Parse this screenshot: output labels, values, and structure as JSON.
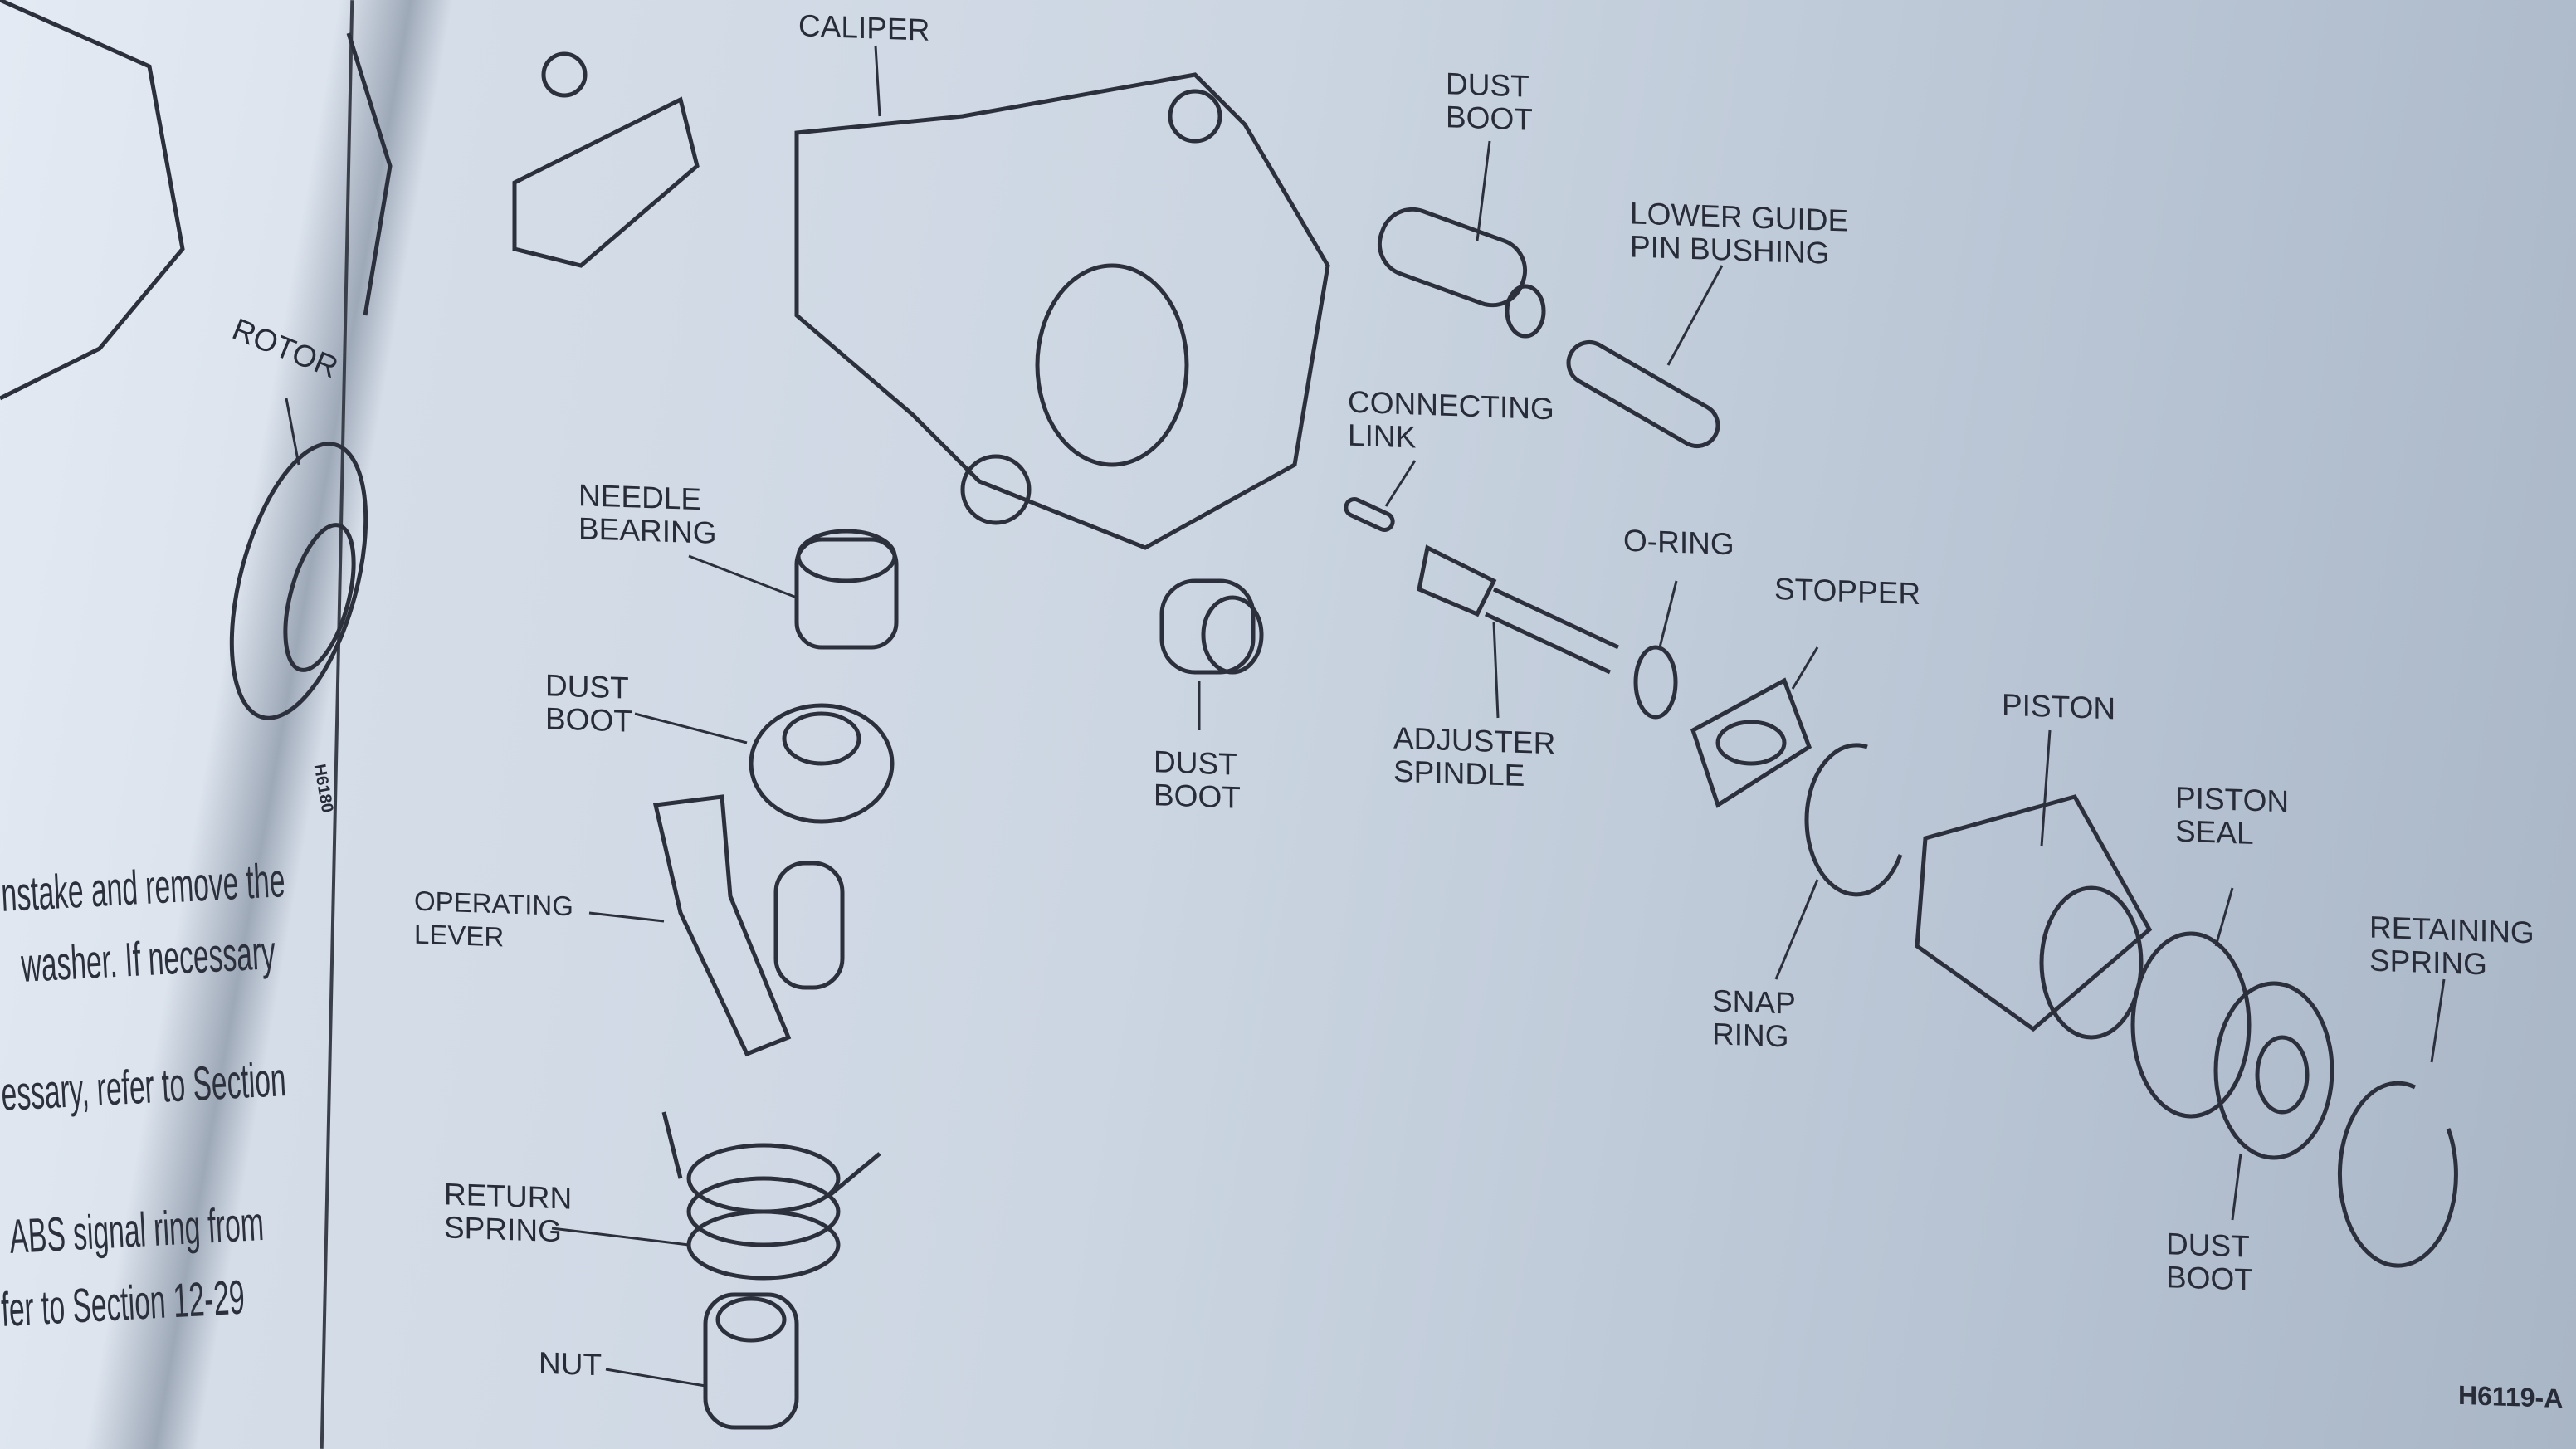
{
  "figure_id": "H6119-A",
  "rotor_figure_id": "H6180",
  "labels": {
    "caliper": "CALIPER",
    "dust_boot_top": "DUST\nBOOT",
    "lower_guide_pin_bushing": "LOWER GUIDE\nPIN BUSHING",
    "rotor": "ROTOR",
    "connecting_link": "CONNECTING\nLINK",
    "needle_bearing": "NEEDLE\nBEARING",
    "o_ring": "O-RING",
    "stopper": "STOPPER",
    "dust_boot_left": "DUST\nBOOT",
    "dust_boot_mid": "DUST\nBOOT",
    "adjuster_spindle": "ADJUSTER\nSPINDLE",
    "piston": "PISTON",
    "piston_seal": "PISTON\nSEAL",
    "retaining_spring": "RETAINING\nSPRING",
    "operating_lever": "OPERATING\nLEVER",
    "snap_ring": "SNAP\nRING",
    "return_spring": "RETURN\nSPRING",
    "dust_boot_bottom": "DUST\nBOOT",
    "nut": "NUT"
  },
  "left_text": [
    "nstake and remove the",
    "washer. If necessary",
    "essary, refer to Section",
    "ABS signal ring from",
    "fer to Section 12-29"
  ]
}
